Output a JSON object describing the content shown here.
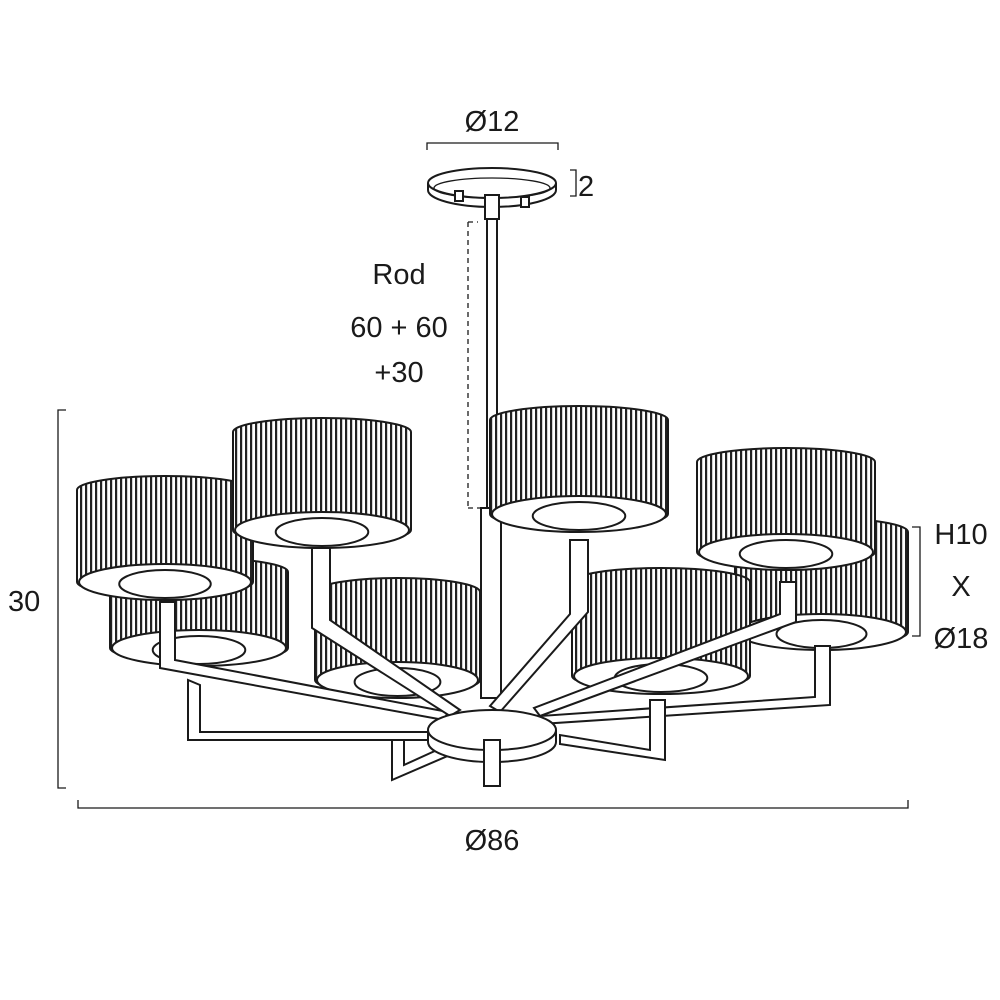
{
  "title": "Chandelier dimension drawing",
  "dimensions": {
    "canopy_diameter": "Ø12",
    "canopy_height": "2",
    "rod_label": "Rod",
    "rod_line1": "60 + 60",
    "rod_line2": "+30",
    "overall_height": "30",
    "overall_diameter": "Ø86",
    "shade_height": "H10",
    "shade_x": "X",
    "shade_diameter": "Ø18"
  },
  "colors": {
    "line": "#1a1a1a",
    "background": "#ffffff"
  }
}
